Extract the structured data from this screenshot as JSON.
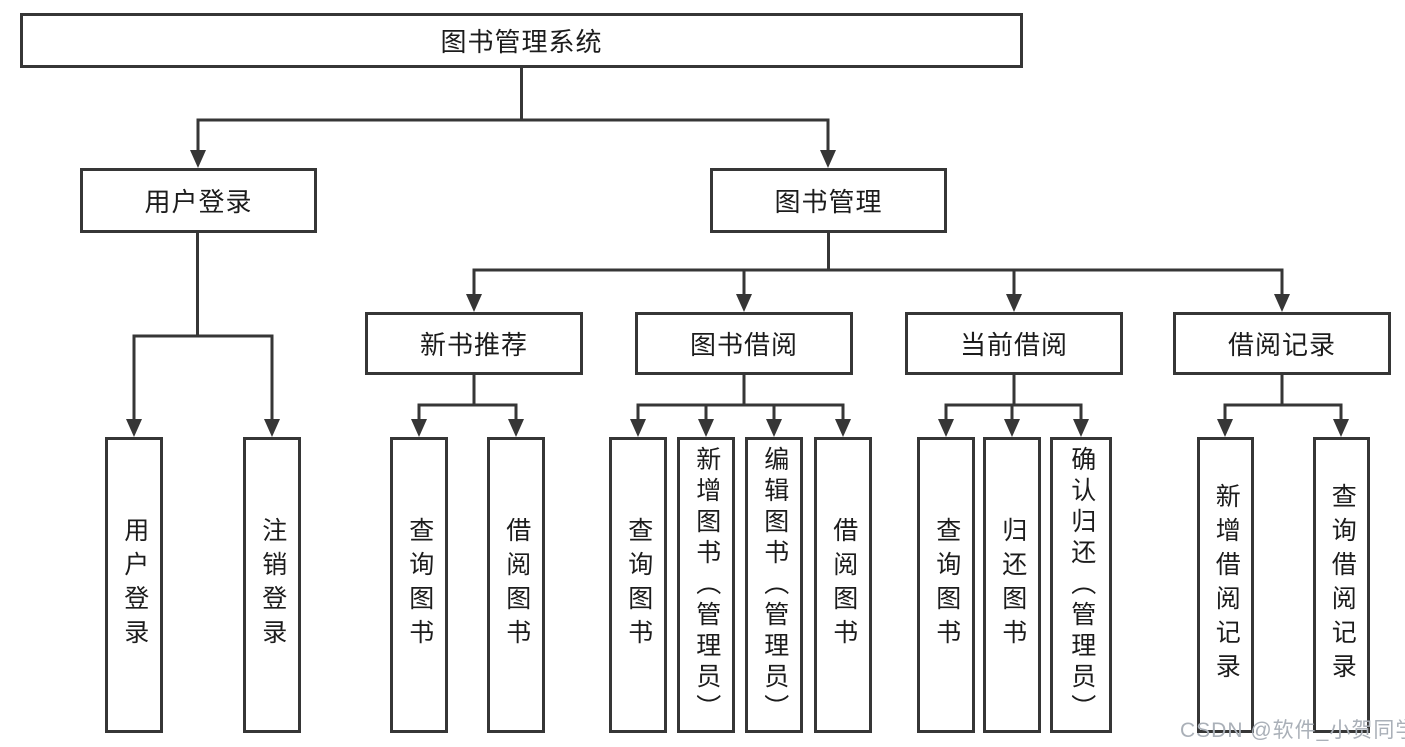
{
  "root": {
    "label": "图书管理系统"
  },
  "user_login": {
    "label": "用户登录",
    "children": [
      {
        "label": "用户登录"
      },
      {
        "label": "注销登录"
      }
    ]
  },
  "book_mgmt": {
    "label": "图书管理",
    "sections": [
      {
        "label": "新书推荐",
        "children": [
          {
            "label": "查询图书"
          },
          {
            "label": "借阅图书"
          }
        ]
      },
      {
        "label": "图书借阅",
        "children": [
          {
            "label": "查询图书"
          },
          {
            "label": "新增图书（管理员）"
          },
          {
            "label": "编辑图书（管理员）"
          },
          {
            "label": "借阅图书"
          }
        ]
      },
      {
        "label": "当前借阅",
        "children": [
          {
            "label": "查询图书"
          },
          {
            "label": "归还图书"
          },
          {
            "label": "确认归还（管理员）"
          }
        ]
      },
      {
        "label": "借阅记录",
        "children": [
          {
            "label": "新增借阅记录"
          },
          {
            "label": "查询借阅记录"
          }
        ]
      }
    ]
  },
  "watermark": "CSDN @软件_小贺同学",
  "colors": {
    "line": "#363636",
    "text": "#1c1c1c",
    "watermark": "#aab0b8",
    "background": "#ffffff"
  }
}
